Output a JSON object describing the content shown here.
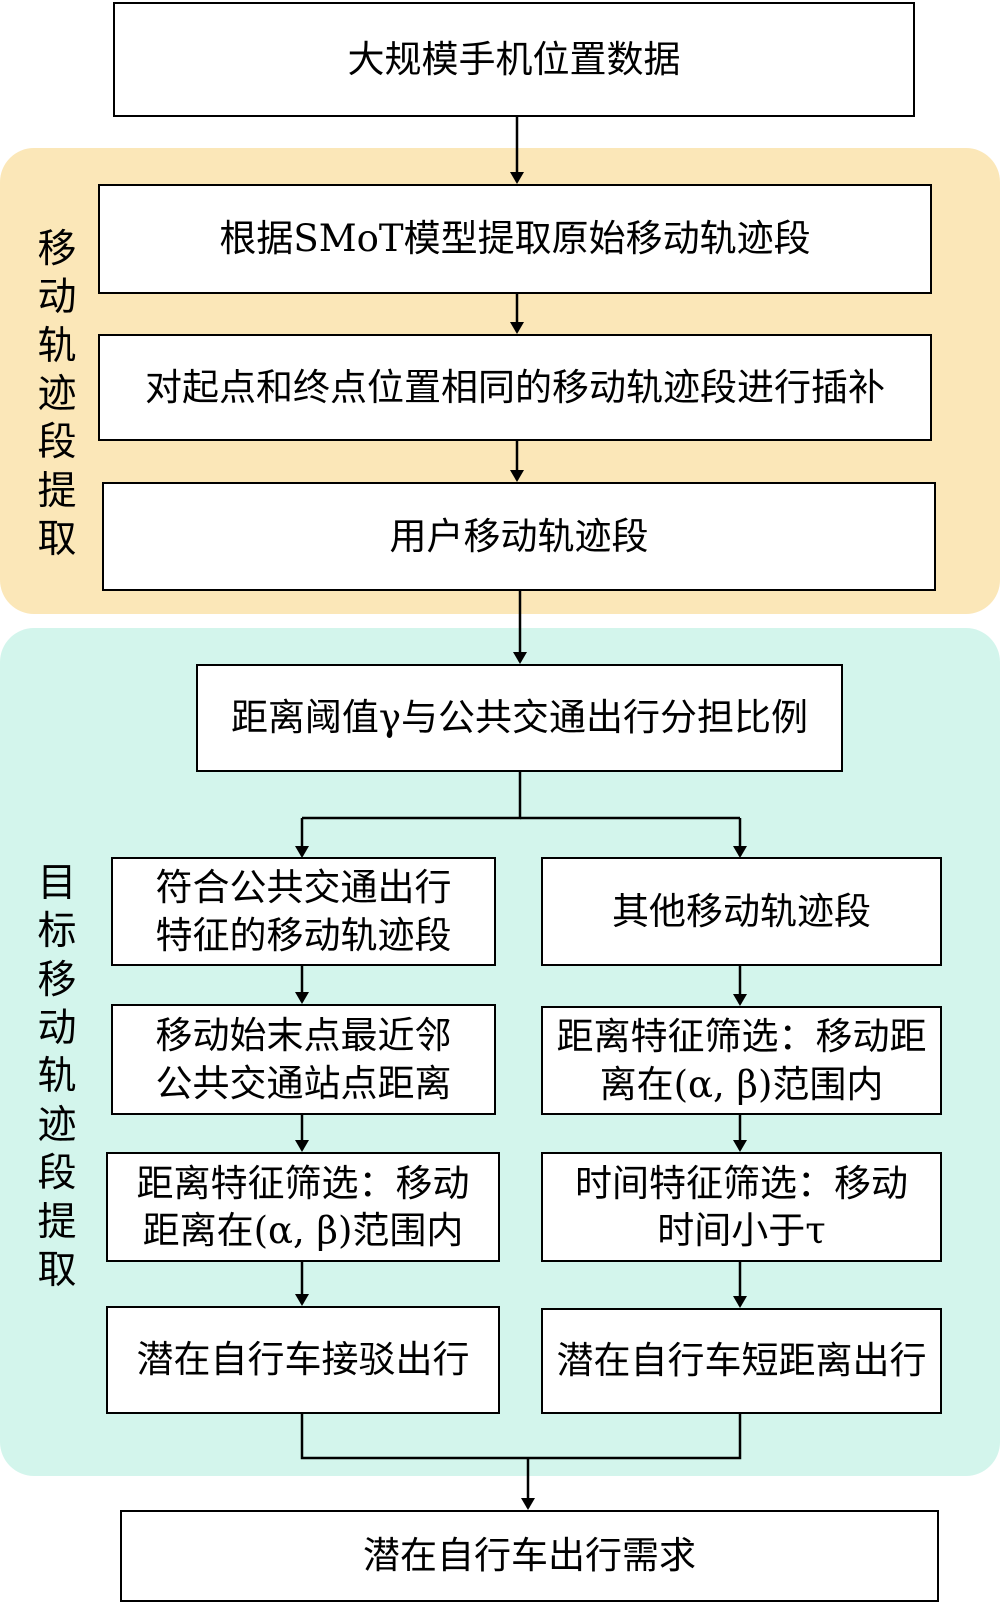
{
  "colors": {
    "extraction_region": "#fbe7b8",
    "target_region": "#d3f5ec",
    "border": "#000000",
    "box_fill": "#ffffff"
  },
  "regions": {
    "extraction_label": "移动轨迹段提取",
    "target_label": "目标移动轨迹段提取"
  },
  "nodes": {
    "n1": "大规模手机位置数据",
    "n2": "根据SMoT模型提取原始移动轨迹段",
    "n3": "对起点和终点位置相同的移动轨迹段进行插补",
    "n4": "用户移动轨迹段",
    "n5": "距离阈值γ与公共交通出行分担比例",
    "left1": [
      "符合公共交通出行",
      "特征的移动轨迹段"
    ],
    "left2": [
      "移动始末点最近邻",
      "公共交通站点距离"
    ],
    "left3": [
      "距离特征筛选：移动",
      "距离在(α, β)范围内"
    ],
    "left4": "潜在自行车接驳出行",
    "right1": "其他移动轨迹段",
    "right2": [
      "距离特征筛选：移动距",
      "离在(α, β)范围内"
    ],
    "right3": [
      "时间特征筛选：移动",
      "时间小于τ"
    ],
    "right4": "潜在自行车短距离出行",
    "final": "潜在自行车出行需求"
  }
}
